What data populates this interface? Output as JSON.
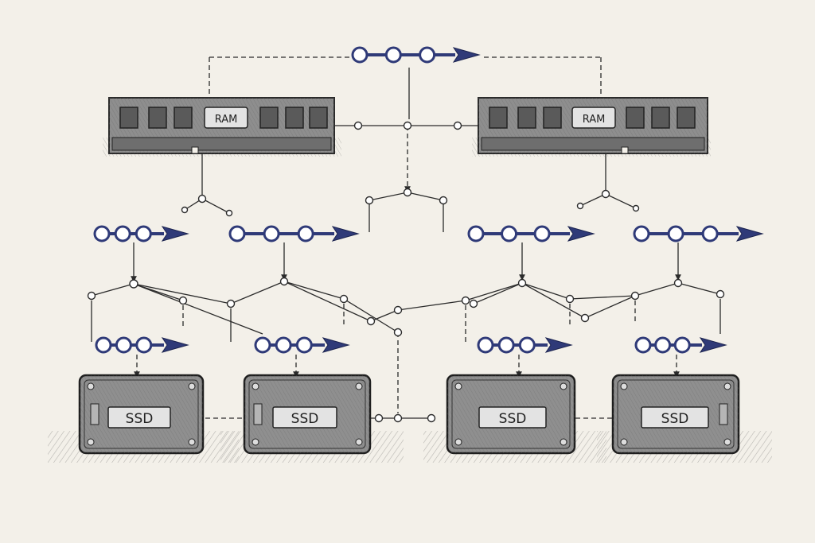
{
  "colors": {
    "paper": "#f3f0e9",
    "ink": "#2b2b2b",
    "chip": "#5a5a5a",
    "module": "#8e8e8e",
    "ssd_body": "#8f8f8f",
    "arrow_blue": "#2f3a78",
    "node_fill": "#ffffff",
    "label_fill": "#e3e3e3"
  },
  "icons": {
    "ram": "ram-module-icon",
    "ssd": "ssd-drive-icon",
    "flow": "data-flow-arrow-icon",
    "node": "junction-node-icon"
  },
  "ram_modules": [
    {
      "label": "RAM"
    },
    {
      "label": "RAM"
    }
  ],
  "ssd_drives": [
    {
      "label": "SSD"
    },
    {
      "label": "SSD"
    },
    {
      "label": "SSD"
    },
    {
      "label": "SSD"
    }
  ]
}
